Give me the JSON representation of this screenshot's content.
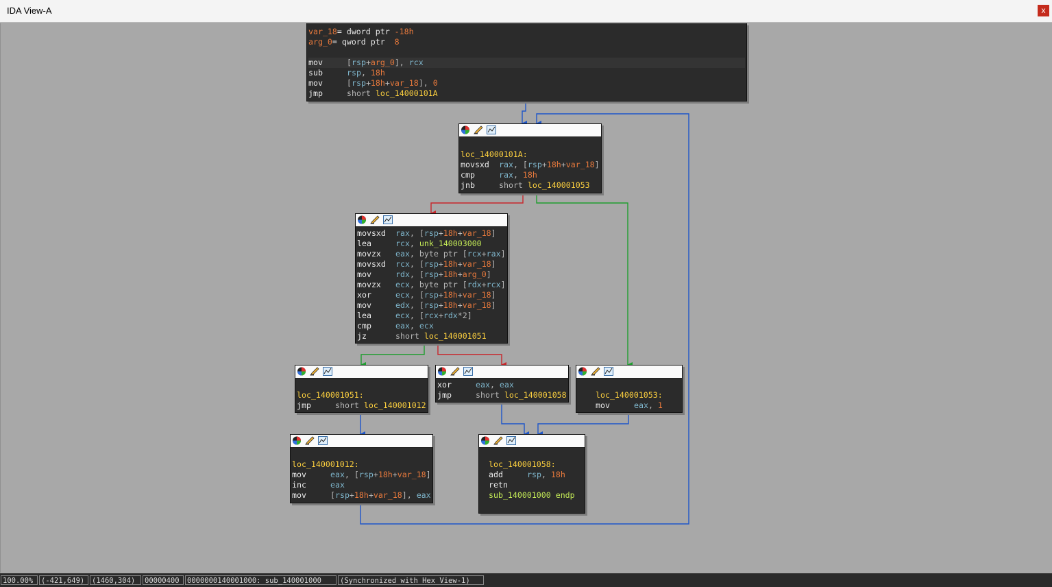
{
  "window": {
    "title": "IDA View-A",
    "close_label": "x"
  },
  "icons": {
    "header": [
      "color-icon",
      "rename-icon",
      "graph-icon"
    ]
  },
  "colors": {
    "background": "#a8a8a8",
    "node_fill": "#2b2b2b",
    "edge_true": "#1f9e2f",
    "edge_false": "#c8262b",
    "edge_jump": "#1e56c9",
    "label": "#ffd23f",
    "register": "#7fb6cc",
    "number": "#e8793c"
  },
  "nodes": {
    "entry": {
      "var_18": "var_18",
      "var_18_def": "= dword ptr ",
      "var_18_off": "-18h",
      "arg_0": "arg_0",
      "arg_0_def": "= qword ptr  ",
      "arg_0_off": "8",
      "i1": {
        "mn": "mov",
        "b1": "[",
        "r1": "rsp",
        "plus": "+",
        "v": "arg_0",
        "b2": "], ",
        "r2": "rcx"
      },
      "i2": {
        "mn": "sub",
        "r1": "rsp",
        "sep": ", ",
        "n": "18h"
      },
      "i3": {
        "mn": "mov",
        "b1": "[",
        "r1": "rsp",
        "plus1": "+",
        "n": "18h",
        "plus2": "+",
        "v": "var_18",
        "b2": "], ",
        "n2": "0"
      },
      "i4": {
        "mn": "jmp",
        "kw": "short ",
        "target": "loc_14000101A"
      }
    },
    "loop_check": {
      "label": "loc_14000101A:",
      "i1": {
        "mn": "movsxd",
        "r1": "rax",
        "b1": ", [",
        "r2": "rsp",
        "plus1": "+",
        "n": "18h",
        "plus2": "+",
        "v": "var_18",
        "b2": "]"
      },
      "i2": {
        "mn": "cmp",
        "r1": "rax",
        "sep": ", ",
        "n": "18h"
      },
      "i3": {
        "mn": "jnb",
        "kw": "short ",
        "target": "loc_140001053"
      }
    },
    "body": {
      "i1": {
        "mn": "movsxd",
        "r1": "rax",
        "b1": ", [",
        "r2": "rsp",
        "plus1": "+",
        "n": "18h",
        "plus2": "+",
        "v": "var_18",
        "b2": "]"
      },
      "i2": {
        "mn": "lea",
        "r1": "rcx",
        "sep": ", ",
        "u": "unk_140003000"
      },
      "i3": {
        "mn": "movzx",
        "r1": "eax",
        "t": ", byte ptr [",
        "r2": "rcx",
        "plus": "+",
        "r3": "rax",
        "b2": "]"
      },
      "i4": {
        "mn": "movsxd",
        "r1": "rcx",
        "b1": ", [",
        "r2": "rsp",
        "plus1": "+",
        "n": "18h",
        "plus2": "+",
        "v": "var_18",
        "b2": "]"
      },
      "i5": {
        "mn": "mov",
        "r1": "rdx",
        "b1": ", [",
        "r2": "rsp",
        "plus1": "+",
        "n": "18h",
        "plus2": "+",
        "v": "arg_0",
        "b2": "]"
      },
      "i6": {
        "mn": "movzx",
        "r1": "ecx",
        "t": ", byte ptr [",
        "r2": "rdx",
        "plus": "+",
        "r3": "rcx",
        "b2": "]"
      },
      "i7": {
        "mn": "xor",
        "r1": "ecx",
        "b1": ", [",
        "r2": "rsp",
        "plus1": "+",
        "n": "18h",
        "plus2": "+",
        "v": "var_18",
        "b2": "]"
      },
      "i8": {
        "mn": "mov",
        "r1": "edx",
        "b1": ", [",
        "r2": "rsp",
        "plus1": "+",
        "n": "18h",
        "plus2": "+",
        "v": "var_18",
        "b2": "]"
      },
      "i9": {
        "mn": "lea",
        "r1": "ecx",
        "b1": ", [",
        "r2": "rcx",
        "plus": "+",
        "r3": "rdx",
        "t": "*2]"
      },
      "i10": {
        "mn": "cmp",
        "r1": "eax",
        "sep": ", ",
        "r2": "ecx"
      },
      "i11": {
        "mn": "jz",
        "kw": "short ",
        "target": "loc_140001051"
      }
    },
    "match": {
      "label": "loc_140001051:",
      "i1": {
        "mn": "jmp",
        "kw": "short ",
        "target": "loc_140001012"
      }
    },
    "mismatch": {
      "i1": {
        "mn": "xor",
        "r1": "eax",
        "sep": ", ",
        "r2": "eax"
      },
      "i2": {
        "mn": "jmp",
        "kw": "short ",
        "target": "loc_140001058"
      }
    },
    "done": {
      "label": "loc_140001053:",
      "i1": {
        "mn": "mov",
        "r1": "eax",
        "sep": ", ",
        "n": "1"
      }
    },
    "increment": {
      "label": "loc_140001012:",
      "i1": {
        "mn": "mov",
        "r1": "eax",
        "b1": ", [",
        "r2": "rsp",
        "plus1": "+",
        "n": "18h",
        "plus2": "+",
        "v": "var_18",
        "b2": "]"
      },
      "i2": {
        "mn": "inc",
        "r1": "eax"
      },
      "i3": {
        "mn": "mov",
        "b1": "[",
        "r1": "rsp",
        "plus1": "+",
        "n": "18h",
        "plus2": "+",
        "v": "var_18",
        "b2": "], ",
        "r2": "eax"
      }
    },
    "exit": {
      "label": "loc_140001058:",
      "i1": {
        "mn": "add",
        "r1": "rsp",
        "sep": ", ",
        "n": "18h"
      },
      "i2": {
        "mn": "retn"
      },
      "endp": "sub_140001000 endp"
    }
  },
  "status": {
    "zoom": "100.00%",
    "cursor": "(-421,649)",
    "coords": "(1460,304)",
    "offset": "00000400",
    "address": "0000000140001000: sub_140001000",
    "sync": "(Synchronized with Hex View-1)"
  }
}
